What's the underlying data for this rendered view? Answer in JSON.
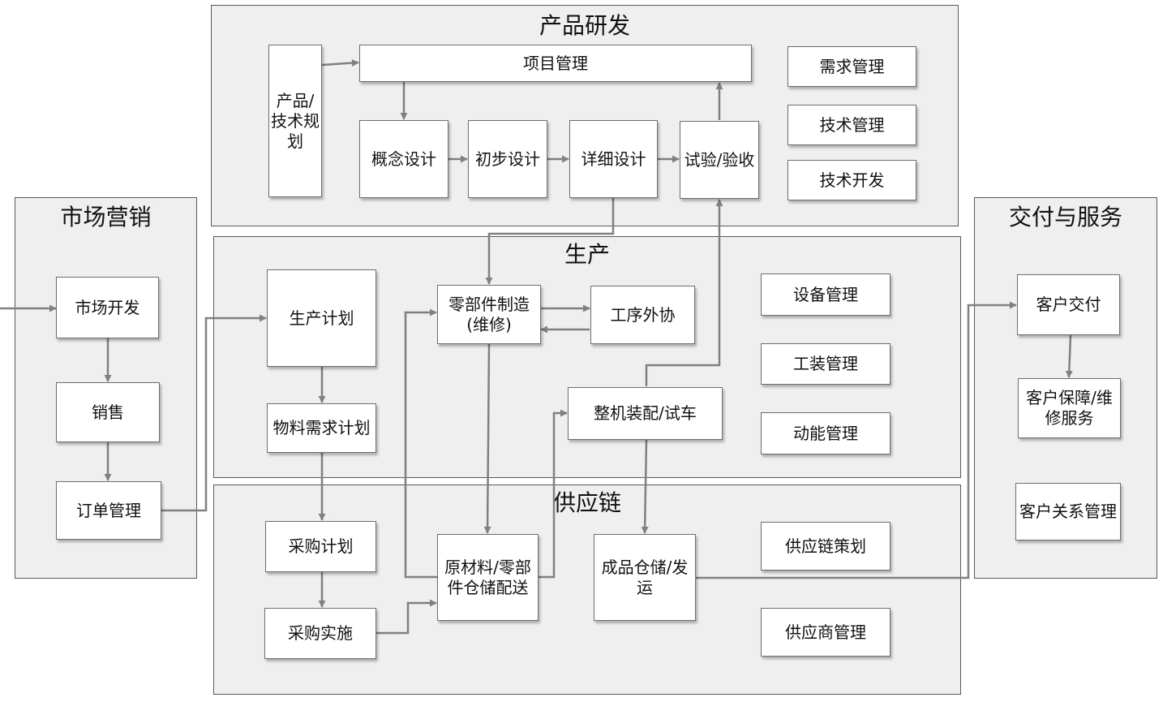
{
  "sections": {
    "rd": "产品研发",
    "marketing": "市场营销",
    "production": "生产",
    "supply_chain": "供应链",
    "delivery": "交付与服务"
  },
  "rd": {
    "planning": "产品/技术规划",
    "project_mgmt": "项目管理",
    "concept_design": "概念设计",
    "preliminary_design": "初步设计",
    "detailed_design": "详细设计",
    "test_acceptance": "试验/验收",
    "requirement_mgmt": "需求管理",
    "tech_mgmt": "技术管理",
    "tech_dev": "技术开发"
  },
  "marketing": {
    "market_dev": "市场开发",
    "sales": "销售",
    "order_mgmt": "订单管理"
  },
  "production": {
    "production_plan": "生产计划",
    "mrp": "物料需求计划",
    "parts_mfg": "零部件制造(维修)",
    "outsourcing": "工序外协",
    "assembly": "整机装配/试车",
    "equipment_mgmt": "设备管理",
    "tooling_mgmt": "工装管理",
    "energy_mgmt": "动能管理"
  },
  "supply_chain": {
    "purchase_plan": "采购计划",
    "purchase_exec": "采购实施",
    "material_storage": "原材料/零部件仓储配送",
    "product_storage": "成品仓储/发运",
    "sc_planning": "供应链策划",
    "supplier_mgmt": "供应商管理"
  },
  "delivery": {
    "customer_delivery": "客户交付",
    "customer_service": "客户保障/维修服务",
    "crm": "客户关系管理"
  },
  "colors": {
    "panel_bg": "#efefef",
    "panel_border": "#595959",
    "box_bg": "#ffffff",
    "arrow": "#808080"
  }
}
